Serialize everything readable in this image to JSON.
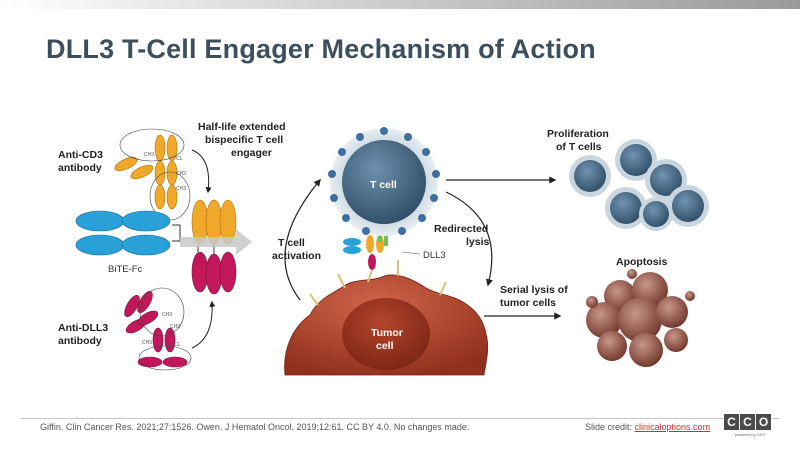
{
  "slide": {
    "title": "DLL3 T-Cell Engager Mechanism of Action",
    "citation": "Giffin. Clin Cancer Res. 2021;27:1526. Owen. J Hematol Oncol. 2019;12:61. CC BY 4.0. No changes made.",
    "credit_prefix": "Slide credit: ",
    "credit_link": "clinicaloptions.com",
    "logo": {
      "letters": [
        "C",
        "C",
        "O"
      ],
      "tagline": "powered by CEG"
    }
  },
  "diagram": {
    "anti_cd3": {
      "line1": "Anti-CD3",
      "line2": "antibody"
    },
    "anti_dll3": {
      "line1": "Anti-DLL3",
      "line2": "antibody"
    },
    "bite_fc": "BiTE-Fc",
    "engager": {
      "line1": "Half-life extended",
      "line2": "bispecific T cell",
      "line3": "engager"
    },
    "domains": {
      "vh": "CH3",
      "cl": "CL",
      "ch2": "CH2"
    },
    "t_cell": "T cell",
    "tumor_cell": {
      "line1": "Tumor",
      "line2": "cell"
    },
    "t_cell_activation": {
      "line1": "T cell",
      "line2": "activation"
    },
    "redirected_lysis": {
      "line1": "Redirected",
      "line2": "lysis"
    },
    "dll3": "DLL3",
    "proliferation": {
      "line1": "Proliferation",
      "line2": "of T cells"
    },
    "serial_lysis": {
      "line1": "Serial lysis of",
      "line2": "tumor cells"
    },
    "apoptosis": "Apoptosis"
  },
  "colors": {
    "title": "#3d4f5c",
    "cd3_domain": "#f0a82a",
    "dll3_domain": "#c2185b",
    "fc_domain": "#2aa0d8",
    "t_cell": "#4a6f8c",
    "tumor": "#b2452e",
    "apoptotic": "#8a4a3e",
    "logo": "#4a4a4a"
  }
}
